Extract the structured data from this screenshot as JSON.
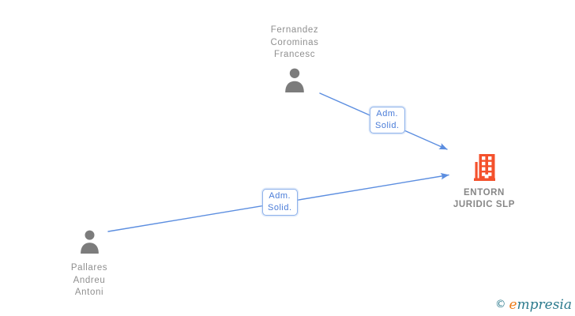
{
  "diagram": {
    "nodes": {
      "person_top": {
        "type": "person",
        "name_lines": [
          "Fernandez",
          "Corominas",
          "Francesc"
        ]
      },
      "person_bottom": {
        "type": "person",
        "name_lines": [
          "Pallares",
          "Andreu",
          "Antoni"
        ]
      },
      "company": {
        "type": "company",
        "name_lines": [
          "ENTORN",
          "JURIDIC SLP"
        ]
      }
    },
    "edges": [
      {
        "from": "person_top",
        "to": "company",
        "label_lines": [
          "Adm.",
          "Solid."
        ]
      },
      {
        "from": "person_bottom",
        "to": "company",
        "label_lines": [
          "Adm.",
          "Solid."
        ]
      }
    ]
  },
  "colors": {
    "edge_blue": "#5c8ee0",
    "edge_label_text": "#4a7cd8",
    "edge_label_border": "#8fb2ea",
    "person_icon_gray": "#7c7c7c",
    "company_icon_orange": "#f4512c",
    "node_text_gray": "#8f8f8f",
    "brand_teal": "#2d7b8e",
    "brand_orange": "#ee7d1a"
  },
  "footer": {
    "copyright_symbol": "©",
    "brand_initial": "e",
    "brand_rest": "mpresia"
  }
}
